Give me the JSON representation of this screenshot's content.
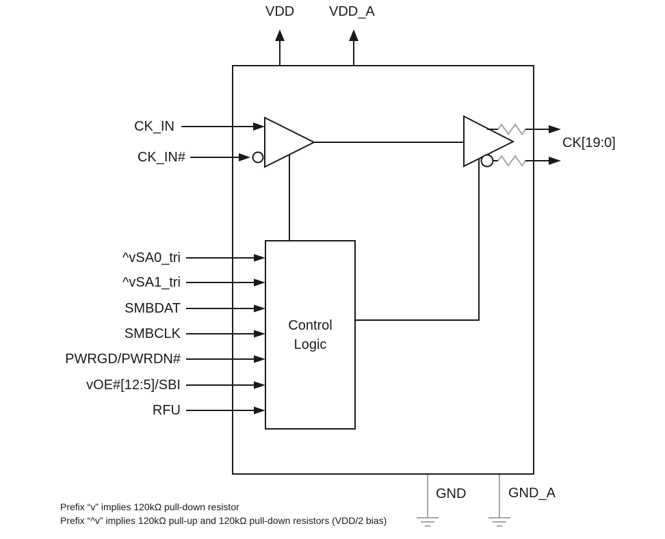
{
  "pins": {
    "vdd": "VDD",
    "vdd_a": "VDD_A",
    "gnd": "GND",
    "gnd_a": "GND_A",
    "ck_in": "CK_IN",
    "ck_in_b": "CK_IN#",
    "ck_out": "CK[19:0]"
  },
  "control_inputs": [
    "^vSA0_tri",
    "^vSA1_tri",
    "SMBDAT",
    "SMBCLK",
    "PWRGD/PWRDN#",
    "vOE#[12:5]/SBI",
    "RFU"
  ],
  "control_block": {
    "line1": "Control",
    "line2": "Logic"
  },
  "notes": {
    "line1": "Prefix “v” implies 120kΩ pull-down resistor",
    "line2": "Prefix “^v” implies 120kΩ pull-up and 120kΩ pull-down resistors (VDD/2 bias)"
  },
  "colors": {
    "line": "#1a1a1a",
    "resistor_gray": "#a6a6a6"
  }
}
